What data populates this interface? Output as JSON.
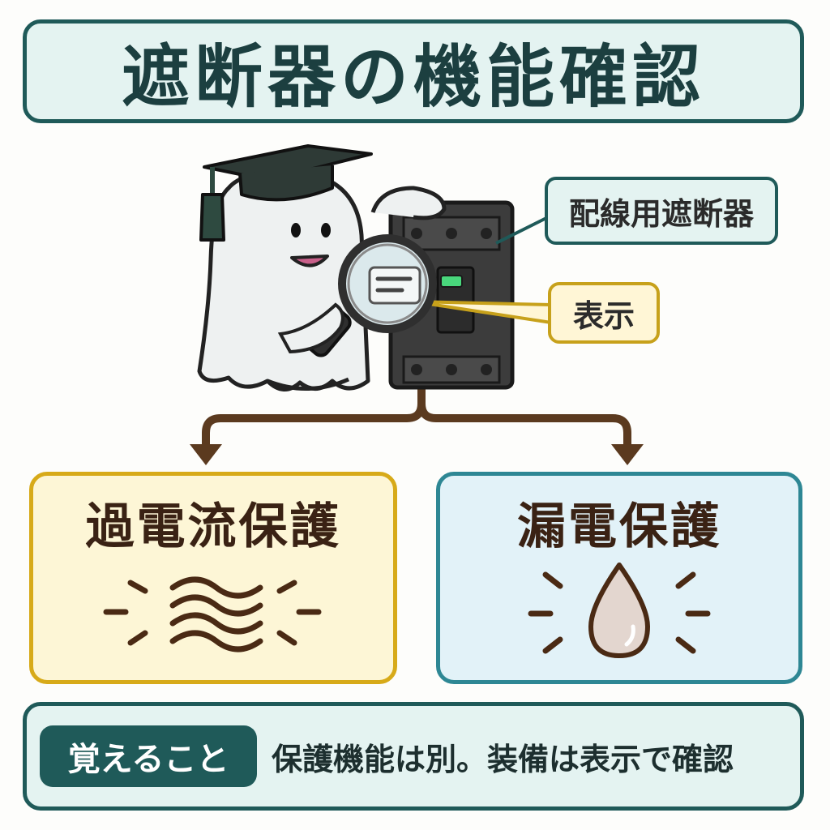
{
  "title": "遮断器の機能確認",
  "labels": {
    "breaker": "配線用遮断器",
    "display": "表示"
  },
  "cards": {
    "overcurrent": {
      "title": "過電流保護",
      "icon": "wavy-lines-icon"
    },
    "leakage": {
      "title": "漏電保護",
      "icon": "water-drop-icon"
    }
  },
  "memo": {
    "badge": "覚えること",
    "text": "保護機能は別。装備は表示で確認"
  },
  "colors": {
    "teal": "#1f5a59",
    "yellow_border": "#d7aa19",
    "blue_border": "#2e8794",
    "brown_arrow": "#5b3a1f"
  }
}
